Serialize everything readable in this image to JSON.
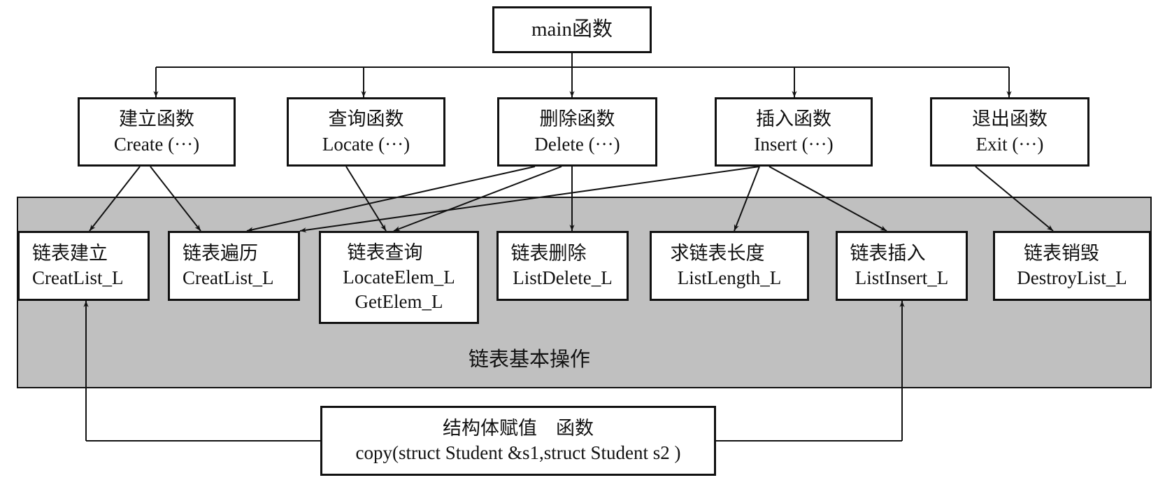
{
  "diagram": {
    "main": {
      "label": "main函数"
    },
    "top_functions": [
      {
        "id": "create",
        "zh": "建立函数",
        "en": "Create (···)"
      },
      {
        "id": "locate",
        "zh": "查询函数",
        "en": "Locate (···)"
      },
      {
        "id": "delete",
        "zh": "删除函数",
        "en": "Delete (···)"
      },
      {
        "id": "insert",
        "zh": "插入函数",
        "en": "Insert (···)"
      },
      {
        "id": "exit",
        "zh": "退出函数",
        "en": "Exit (···)"
      }
    ],
    "basic_ops_region": {
      "label": "链表基本操作",
      "fill": "#c0c0c0"
    },
    "basic_ops": [
      {
        "id": "creat",
        "zh": "链表建立",
        "en": [
          "CreatList_L"
        ]
      },
      {
        "id": "travel",
        "zh": "链表遍历",
        "en": [
          "CreatList_L"
        ]
      },
      {
        "id": "query",
        "zh": "链表查询",
        "en": [
          "LocateElem_L",
          "GetElem_L"
        ]
      },
      {
        "id": "del",
        "zh": "链表删除",
        "en": [
          "ListDelete_L"
        ]
      },
      {
        "id": "length",
        "zh": "求链表长度",
        "en": [
          "ListLength_L"
        ]
      },
      {
        "id": "ins",
        "zh": "链表插入",
        "en": [
          "ListInsert_L"
        ]
      },
      {
        "id": "destroy",
        "zh": "链表销毁",
        "en": [
          "DestroyList_L"
        ]
      }
    ],
    "copy_function": {
      "zh": "结构体赋值　函数",
      "en": "copy(struct Student &s1,struct Student s2 )"
    },
    "edges": [
      {
        "from": "main",
        "to": "create"
      },
      {
        "from": "main",
        "to": "locate"
      },
      {
        "from": "main",
        "to": "delete"
      },
      {
        "from": "main",
        "to": "insert"
      },
      {
        "from": "main",
        "to": "exit"
      },
      {
        "from": "create",
        "to": "creat"
      },
      {
        "from": "create",
        "to": "travel"
      },
      {
        "from": "locate",
        "to": "query"
      },
      {
        "from": "delete",
        "to": "travel"
      },
      {
        "from": "delete",
        "to": "query"
      },
      {
        "from": "delete",
        "to": "del"
      },
      {
        "from": "insert",
        "to": "travel"
      },
      {
        "from": "insert",
        "to": "length"
      },
      {
        "from": "insert",
        "to": "ins"
      },
      {
        "from": "exit",
        "to": "destroy"
      },
      {
        "from": "copy",
        "to": "creat"
      },
      {
        "from": "copy",
        "to": "ins"
      }
    ]
  }
}
